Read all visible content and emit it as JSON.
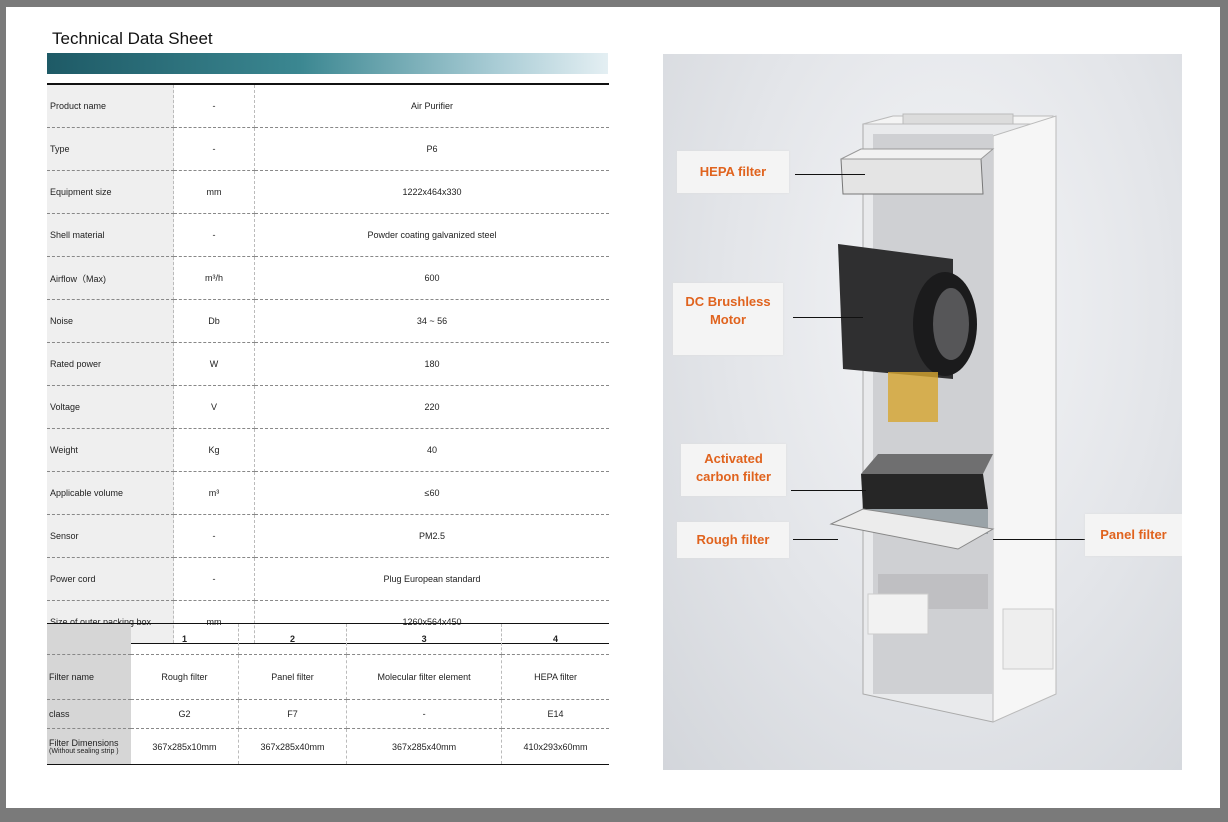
{
  "title": "Technical Data Sheet",
  "specs": [
    {
      "label": "Product name",
      "unit": "-",
      "value": "Air Purifier"
    },
    {
      "label": "Type",
      "unit": "-",
      "value": "P6"
    },
    {
      "label": "Equipment size",
      "unit": "mm",
      "value": "1222x464x330"
    },
    {
      "label": "Shell material",
      "unit": "-",
      "value": "Powder coating galvanized steel"
    },
    {
      "label": "Airflow（Max)",
      "unit": "m³/h",
      "value": "600"
    },
    {
      "label": "Noise",
      "unit": "Db",
      "value": "34 ~ 56"
    },
    {
      "label": "Rated power",
      "unit": "W",
      "value": "180"
    },
    {
      "label": "Voltage",
      "unit": "V",
      "value": "220"
    },
    {
      "label": "Weight",
      "unit": "Kg",
      "value": "40"
    },
    {
      "label": "Applicable volume",
      "unit": "m³",
      "value": "≤60"
    },
    {
      "label": "Sensor",
      "unit": "-",
      "value": "PM2.5"
    },
    {
      "label": "Power cord",
      "unit": "-",
      "value": "Plug European standard"
    },
    {
      "label": "Size of outer packing box",
      "unit": "mm",
      "value": "1260x564x450"
    }
  ],
  "filters": {
    "headers": [
      "1",
      "2",
      "3",
      "4"
    ],
    "name_label": "Filter name",
    "names": [
      "Rough filter",
      "Panel filter",
      "Molecular filter element",
      "HEPA filter"
    ],
    "class_label": "class",
    "classes": [
      "G2",
      "F7",
      "-",
      "E14"
    ],
    "dim_label": "Filter Dimensions",
    "dim_sublabel": "(Without sealing strip )",
    "dims": [
      "367x285x10mm",
      "367x285x40mm",
      "367x285x40mm",
      "410x293x60mm"
    ]
  },
  "callouts": {
    "hepa": "HEPA filter",
    "motor": "DC Brushless Motor",
    "carbon": "Activated carbon filter",
    "rough": "Rough filter",
    "panel": "Panel filter"
  },
  "colors": {
    "callout_text": "#e0631e",
    "header_bar": "#1e5a66"
  }
}
